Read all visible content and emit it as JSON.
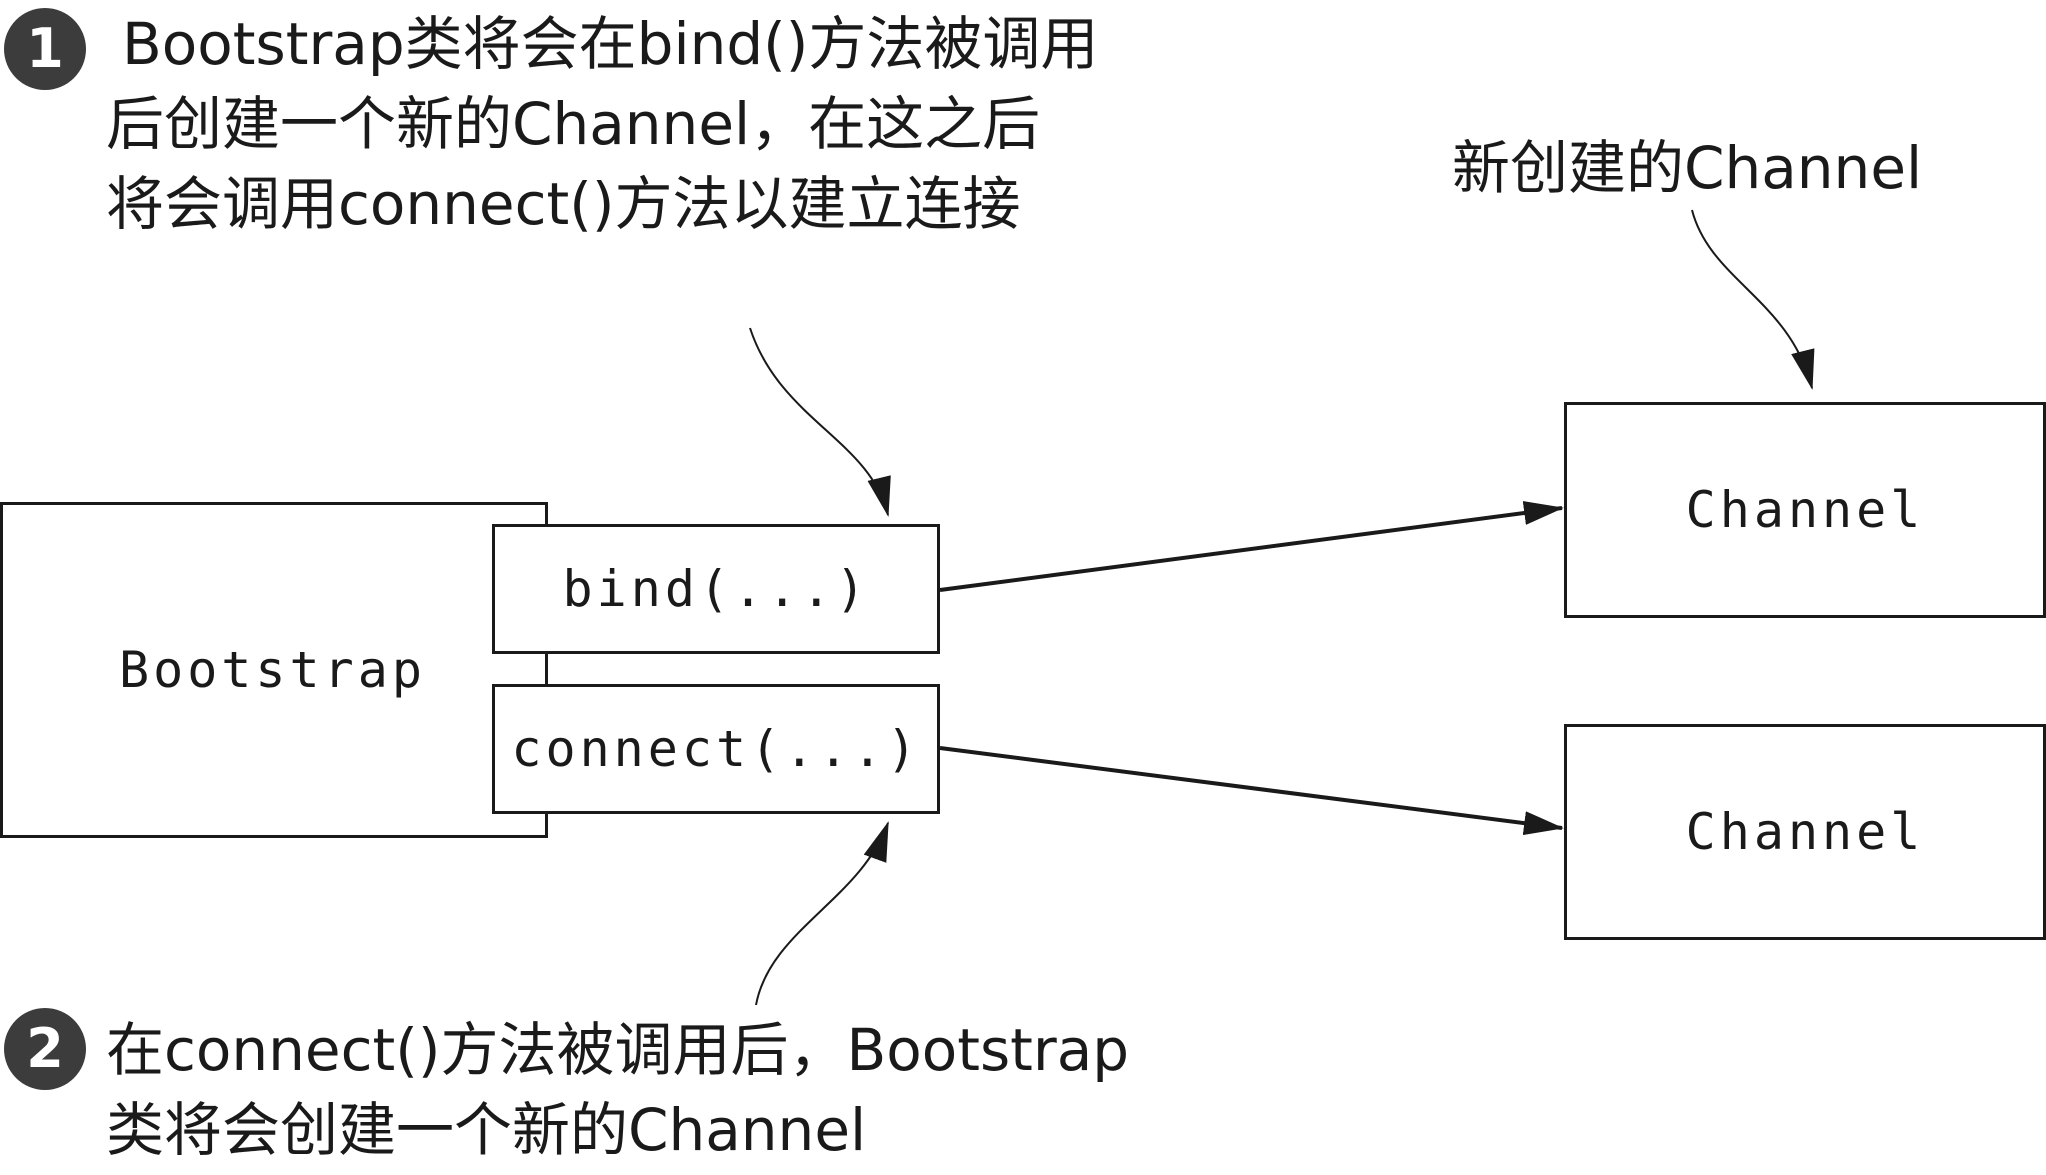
{
  "callout_1": {
    "number": "1",
    "lines": [
      "Bootstrap类将会在bind()方法被调用",
      "后创建一个新的Channel，在这之后",
      "将会调用connect()方法以建立连接"
    ]
  },
  "callout_2": {
    "number": "2",
    "lines": [
      "在connect()方法被调用后，Bootstrap",
      "类将会创建一个新的Channel"
    ]
  },
  "callout_new_channel": {
    "text": "新创建的Channel"
  },
  "bootstrap_box": {
    "label": "Bootstrap"
  },
  "bind_box": {
    "label": "bind(...)"
  },
  "connect_box": {
    "label": "connect(...)"
  },
  "channel_box_top": {
    "label": "Channel"
  },
  "channel_box_bottom": {
    "label": "Channel"
  }
}
